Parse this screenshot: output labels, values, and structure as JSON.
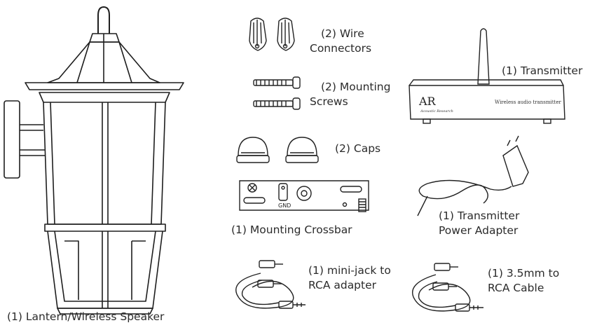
{
  "items": {
    "lantern": "(1) Lantern/Wireless Speaker",
    "wire_connectors": [
      "(2) Wire",
      "Connectors"
    ],
    "mounting_screws": [
      "(2) Mounting",
      "Screws"
    ],
    "caps": "(2) Caps",
    "crossbar": "(1) Mounting Crossbar",
    "mini_jack": [
      "(1) mini-jack to",
      "RCA adapter"
    ],
    "transmitter": "(1) Transmitter",
    "power_adapter": [
      "(1) Transmitter",
      "Power Adapter"
    ],
    "rca_cable": [
      "(1) 3.5mm to",
      "RCA Cable"
    ]
  },
  "transmitter_face": {
    "logo": "AR",
    "logo_sub": "Acoustic Research",
    "text": "Wireless audio transmitter"
  }
}
